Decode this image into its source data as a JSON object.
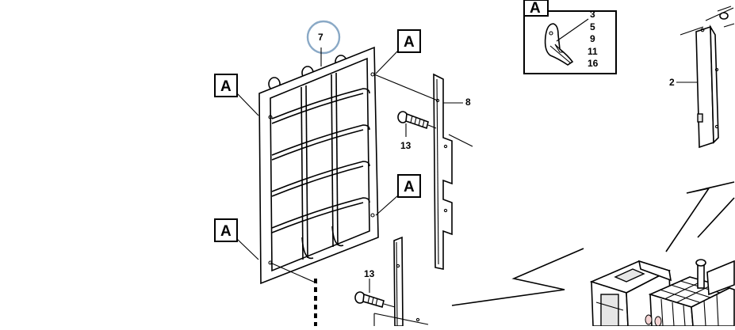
{
  "diagram": {
    "ref_letters": {
      "a1": "A",
      "a2": "A",
      "a3": "A",
      "a4": "A",
      "inset": "A"
    },
    "part_numbers": {
      "highlighted": "7",
      "bracket": "8",
      "bolt_upper": "13",
      "bolt_lower": "13",
      "panel": "2"
    },
    "inset_items": [
      "3",
      "5",
      "9",
      "11",
      "16"
    ],
    "colors": {
      "highlight_circle": "#8aa9c6",
      "line": "#000000",
      "background": "#ffffff"
    }
  }
}
